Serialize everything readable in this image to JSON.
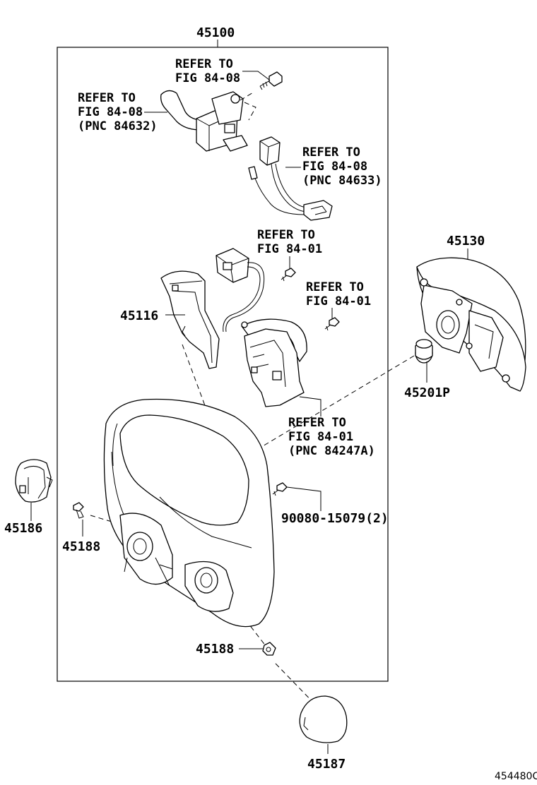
{
  "assembly_number": "45100",
  "catalog_number": "454480C",
  "callouts": {
    "refer_a": [
      "REFER TO",
      "FIG 84-08"
    ],
    "refer_b": [
      "REFER TO",
      "FIG 84-08",
      "(PNC 84632)"
    ],
    "refer_c": [
      "REFER TO",
      "FIG 84-08",
      "(PNC 84633)"
    ],
    "refer_d": [
      "REFER TO",
      "FIG 84-01"
    ],
    "refer_e": [
      "REFER TO",
      "FIG 84-01"
    ],
    "refer_f": [
      "REFER TO",
      "FIG 84-01",
      "(PNC 84247A)"
    ]
  },
  "part_numbers": {
    "p45130": "45130",
    "p45116": "45116",
    "p45201p": "45201P",
    "p45186": "45186",
    "p45188a": "45188",
    "p90080": "90080-15079(2)",
    "p45188b": "45188",
    "p45187": "45187"
  }
}
